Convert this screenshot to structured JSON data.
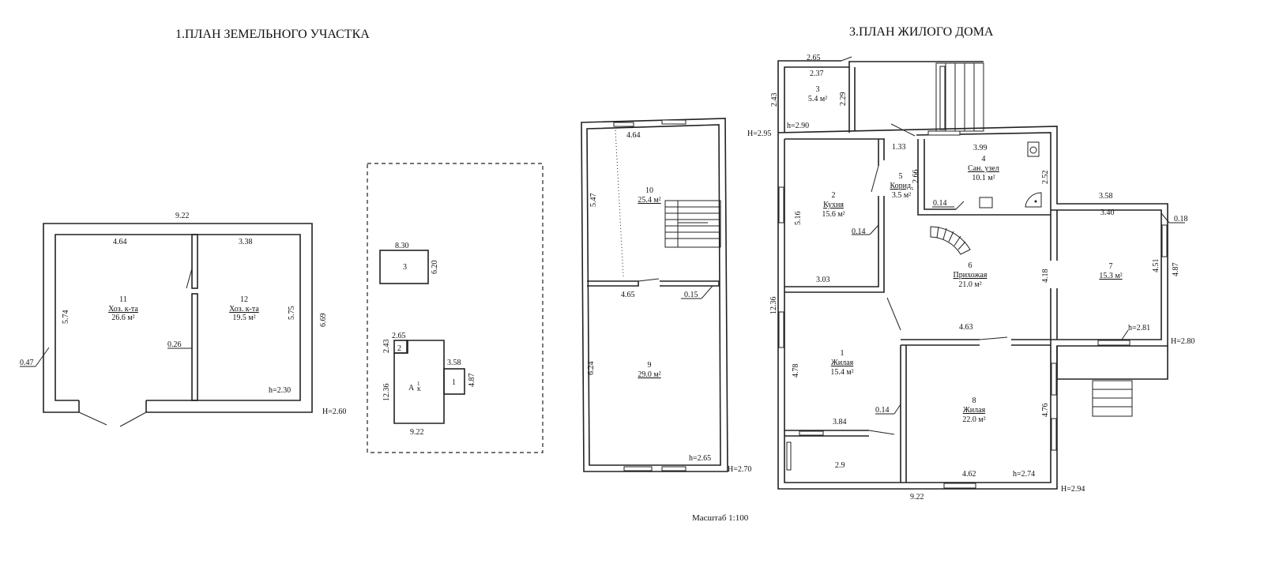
{
  "titles": {
    "plot_plan": "1.ПЛАН ЗЕМЕЛЬНОГО УЧАСТКА",
    "house_plan": "3.ПЛАН ЖИЛОГО ДОМА"
  },
  "scale": "Масштаб 1:100",
  "outbuilding": {
    "dims": {
      "top": "9.22",
      "r11_top": "4.64",
      "r12_top": "3.38",
      "r11_side": "5.74",
      "r12_side": "5.75",
      "right": "6.69",
      "partition": "0.26",
      "wall": "0.47",
      "h_in": "h=2.30",
      "h_out": "H=2.60"
    },
    "rooms": [
      {
        "num": "11",
        "name": "Хоз. к-та",
        "area": "26.6 м²"
      },
      {
        "num": "12",
        "name": "Хоз. к-та",
        "area": "19.5 м²"
      }
    ]
  },
  "site": {
    "b3_top": "8.30",
    "b3_side": "6.20",
    "b3_label": "3",
    "b2_top": "2.65",
    "b2_side": "2.43",
    "b2_label": "2",
    "b1_top": "3.58",
    "b1_side": "4.87",
    "b1_label": "1",
    "a_label": "А",
    "a_sup": "1",
    "a_sub": "К",
    "a_side": "12.36",
    "a_bottom": "9.22"
  },
  "annex": {
    "dims": {
      "top": "4.64",
      "left_top": "5.47",
      "mid": "4.65",
      "wall": "0.15",
      "left_bottom": "6.24",
      "h_in": "h=2.65",
      "h_out": "H=2.70"
    },
    "rooms": [
      {
        "num": "10",
        "area": "25.4 м²"
      },
      {
        "num": "9",
        "area": "29.0 м²"
      }
    ]
  },
  "house": {
    "dims": {
      "top_out": "2.65",
      "top_in": "2.37",
      "r3_left": "2.43",
      "r3_right": "2.29",
      "h_r3": "H=2.95",
      "h_290": "h=2.90",
      "cor_w": "1.33",
      "cor_side": "2.66",
      "r4_top": "3.99",
      "r4_side": "2.52",
      "r4_wall": "0.14",
      "r2_side": "5.16",
      "r2_wall": "0.14",
      "r2_bottom": "3.03",
      "left_total": "12.36",
      "r7_top_out": "3.58",
      "r7_top_in": "3.40",
      "r7_wall": "0.18",
      "r7_side_in": "4.51",
      "r7_side_out": "4.87",
      "r6_side": "4.18",
      "h_r7": "h=2.81",
      "H_r7": "H=2.80",
      "r8_top": "4.63",
      "r1_side": "4.78",
      "r1_wall": "0.14",
      "r8_side": "4.76",
      "bottom_inner": "3.84",
      "small_room": "2.9",
      "r8_bottom": "4.62",
      "h_r8": "h=2.74",
      "H_main": "H=2.94",
      "bottom_total": "9.22"
    },
    "rooms": [
      {
        "num": "3",
        "name": "",
        "area": "5.4 м²"
      },
      {
        "num": "4",
        "name": "Сан. узел",
        "area": "10.1 м²"
      },
      {
        "num": "5",
        "name": "Корид.",
        "area": "3.5 м²"
      },
      {
        "num": "2",
        "name": "Кухня",
        "area": "15.6 м²"
      },
      {
        "num": "6",
        "name": "Прихожая",
        "area": "21.0 м²"
      },
      {
        "num": "7",
        "name": "",
        "area": "15.3 м²"
      },
      {
        "num": "1",
        "name": "Жилая",
        "area": "15.4 м²"
      },
      {
        "num": "8",
        "name": "Жилая",
        "area": "22.0 м²"
      }
    ]
  }
}
